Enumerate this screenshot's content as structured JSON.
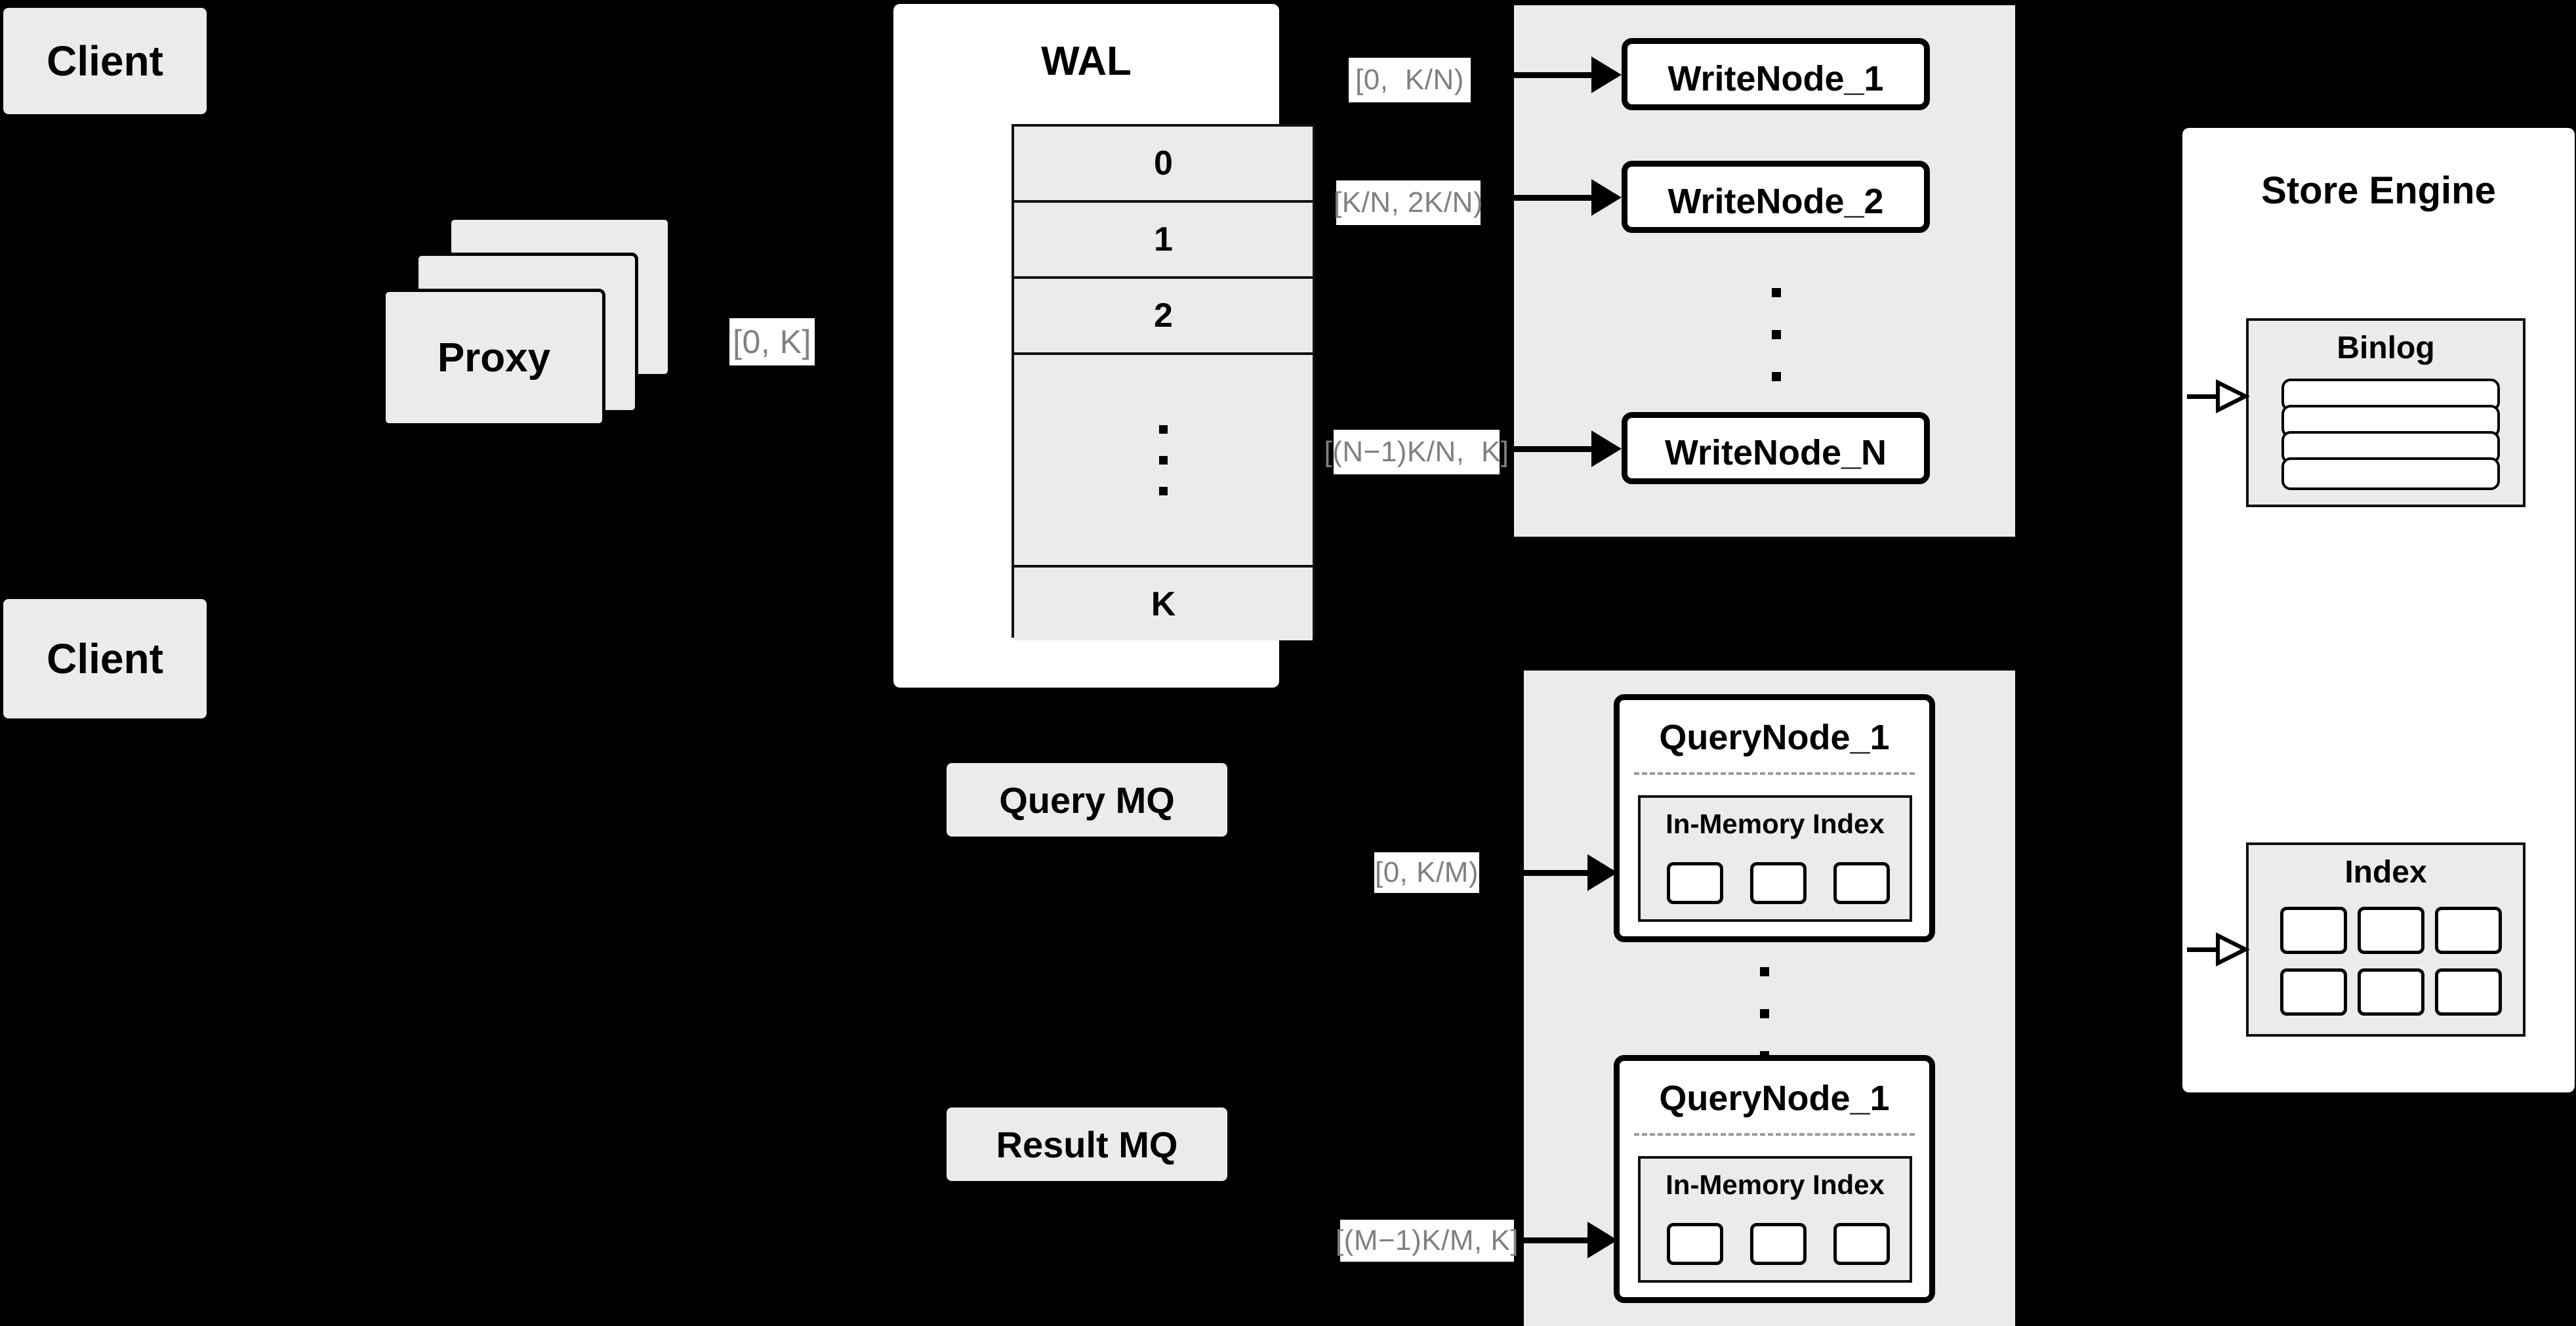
{
  "diagram": {
    "title": "Distributed write/query architecture",
    "colors": {
      "background": "#000000",
      "block_gray": "#ebebeb",
      "panel_white": "#ffffff",
      "border_black": "#000000",
      "label_text_gray": "#808080",
      "divider_gray": "#9a9a9a"
    }
  },
  "clients": [
    {
      "label": "Client"
    },
    {
      "label": "Client"
    }
  ],
  "proxy": {
    "label": "Proxy",
    "stack_count": 3
  },
  "wal": {
    "title": "WAL",
    "rows": [
      "0",
      "1",
      "2"
    ],
    "ellipsis_dots": 3,
    "last_row": "K"
  },
  "queues": {
    "query_mq": "Query MQ",
    "result_mq": "Result MQ"
  },
  "range_labels": {
    "proxy_to_wal": "[0, K]",
    "write_node_1": "[0,  K/N)",
    "write_node_2": "[K/N, 2K/N)",
    "write_node_n": "[(N−1)K/N,  K]",
    "query_node_1": "[0, K/M)",
    "query_node_m": "[(M−1)K/M, K]"
  },
  "write_nodes": [
    {
      "label": "WriteNode_1"
    },
    {
      "label": "WriteNode_2"
    },
    {
      "label": "WriteNode_N"
    }
  ],
  "write_nodes_ellipsis_dots": 3,
  "query_nodes": [
    {
      "label": "QueryNode_1",
      "index_title": "In-Memory Index",
      "chips": 3
    },
    {
      "label": "QueryNode_1",
      "index_title": "In-Memory Index",
      "chips": 3
    }
  ],
  "query_nodes_ellipsis_dots": 3,
  "store_engine": {
    "title": "Store Engine",
    "binlog": {
      "title": "Binlog",
      "bars": 4
    },
    "index": {
      "title": "Index",
      "chips": 6
    }
  }
}
